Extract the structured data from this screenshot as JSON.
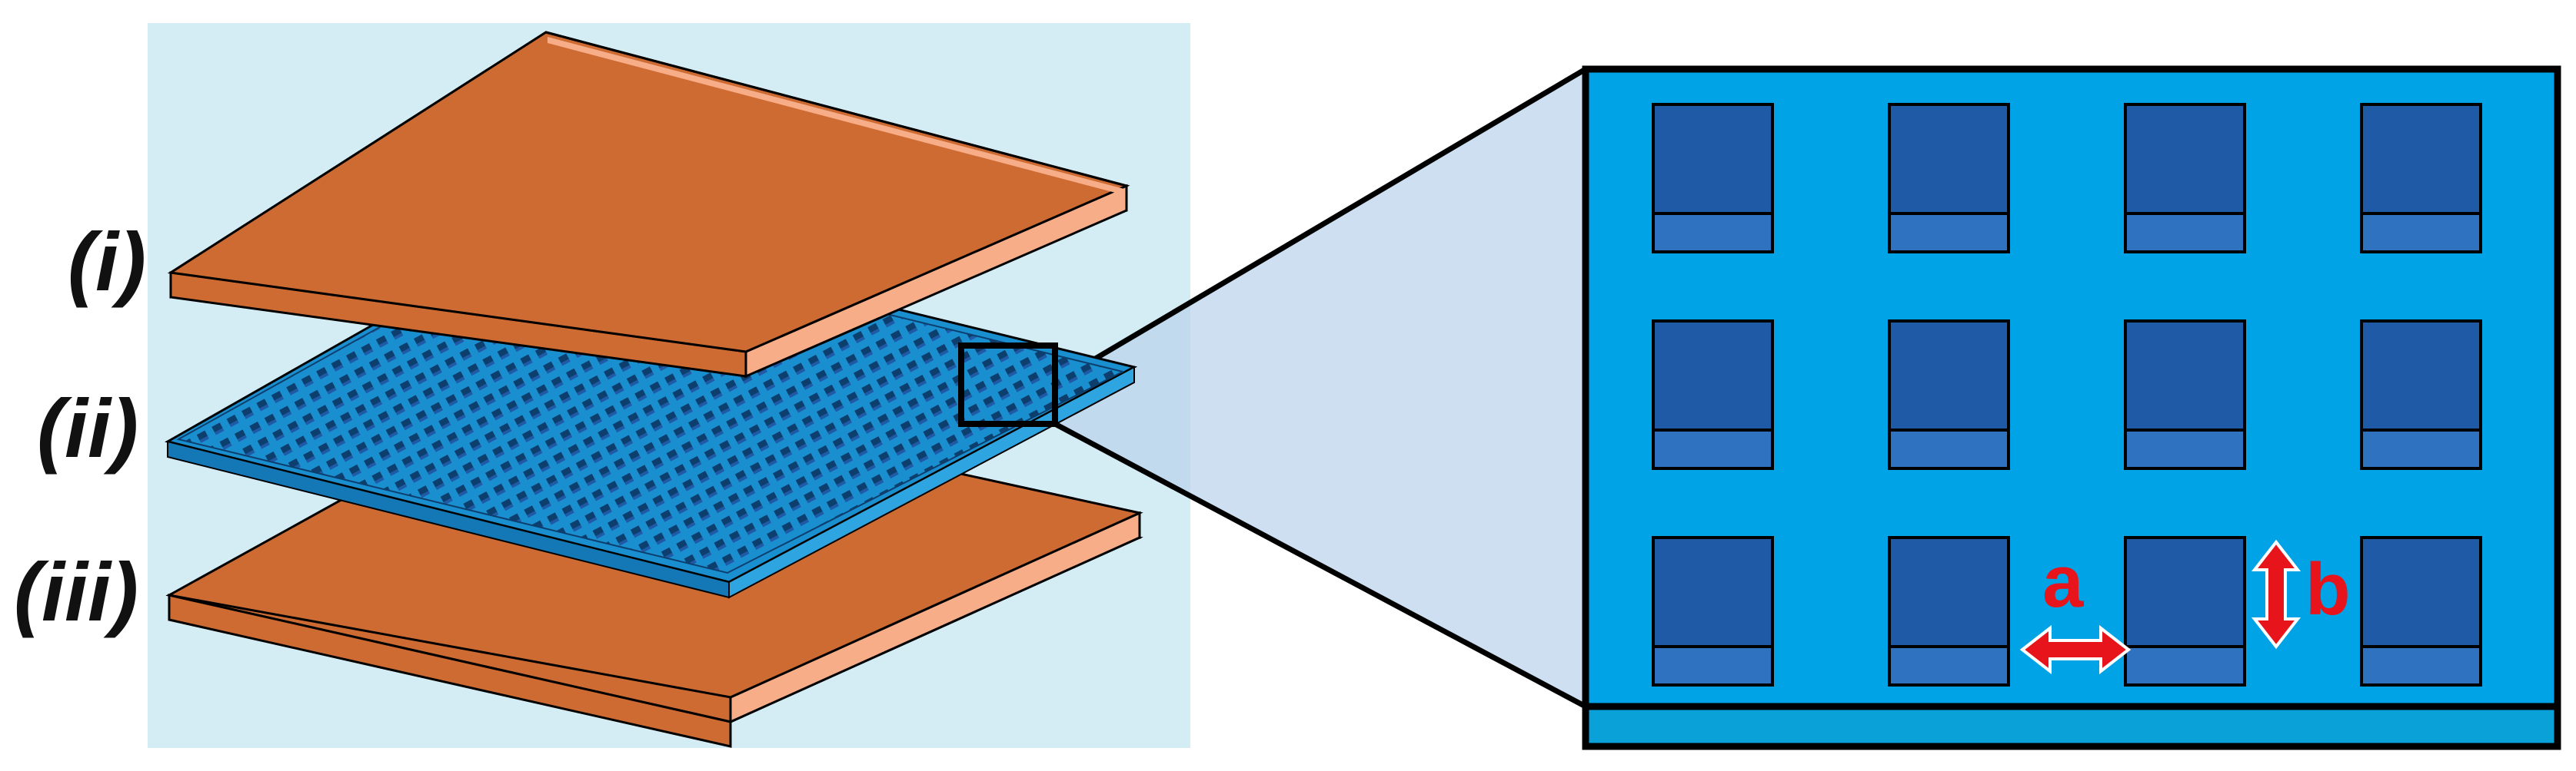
{
  "layers": [
    {
      "label": "(i)"
    },
    {
      "label": "(ii)"
    },
    {
      "label": "(iii)"
    }
  ],
  "dimensions": {
    "a_label": "a",
    "b_label": "b"
  },
  "colors": {
    "panel_bg": "#d4ecf4",
    "copper_top": "#cd6b32",
    "copper_edge": "#f7ad88",
    "blue_grid": "#1a8fd0",
    "zoom_bg": "#00a3e6",
    "zoom_base": "#0aa0d8",
    "cell_dark": "#1f5aa6",
    "cell_light": "#2f73c0",
    "arrow_red": "#e8141c",
    "projection": "#bcd4ec"
  }
}
